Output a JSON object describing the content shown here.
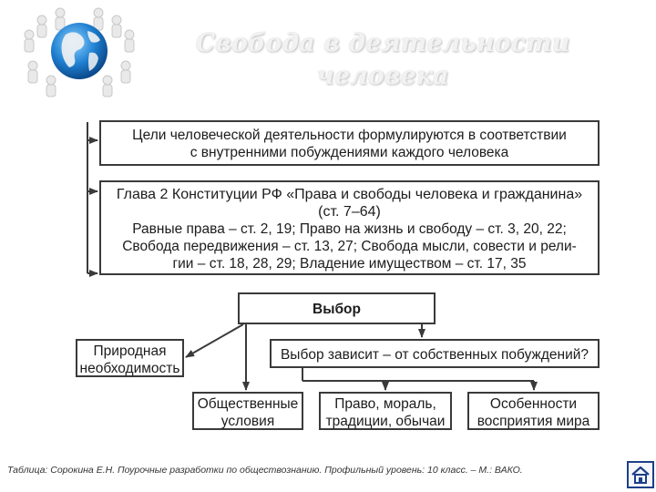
{
  "header": {
    "title_line1": "Свобода в деятельности",
    "title_line2": "человека",
    "logo_icon": "globe-with-people-icon"
  },
  "diagram": {
    "box_goals": [
      "Цели человеческой деятельности формулируются в соответствии",
      "с внутренними побуждениями каждого человека"
    ],
    "box_constitution": [
      "Глава 2 Конституции РФ «Права и свободы человека и гражданина»",
      "(ст. 7–64)",
      "Равные права – ст. 2, 19; Право на жизнь и свободу – ст. 3, 20, 22;",
      "Свобода передвижения – ст. 13, 27; Свобода мысли, совести и рели-",
      "гии – ст. 18, 28, 29; Владение имуществом – ст. 17, 35"
    ],
    "box_choice": "Выбор",
    "box_natural": [
      "Природная",
      "необходимость"
    ],
    "box_depends": "Выбор зависит – от собственных побуждений?",
    "box_social": [
      "Общественные",
      "условия"
    ],
    "box_law": [
      "Право, мораль,",
      "традиции, обычаи"
    ],
    "box_perception": [
      "Особенности",
      "восприятия мира"
    ]
  },
  "footer": {
    "caption": "Таблица: Сорокина Е.Н. Поурочные разработки по обществознанию. Профильный уровень: 10 класс. – М.: ВАКО.",
    "home_icon": "home-icon"
  },
  "colors": {
    "line": "#3a3a3a",
    "title": "#f2f2f2",
    "home_border": "#1d3f8a"
  }
}
